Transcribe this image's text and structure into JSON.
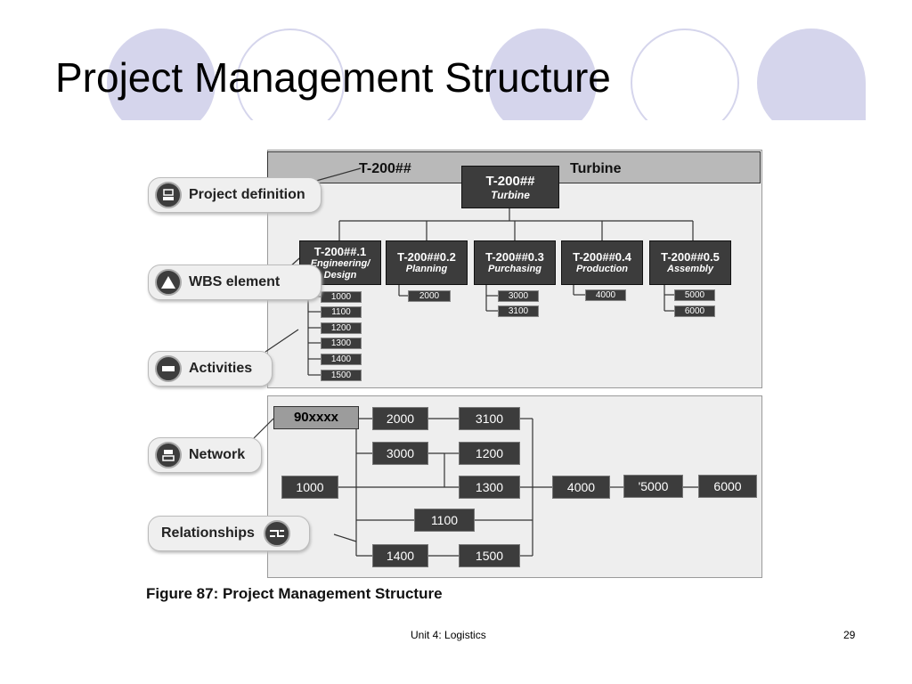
{
  "slide": {
    "title": "Project Management Structure",
    "footer_unit": "Unit 4: Logistics",
    "page_number": "29"
  },
  "figure": {
    "caption": "Figure 87:  Project Management Structure",
    "header": {
      "left_code": "T-200##",
      "right_name": "Turbine"
    },
    "project_definition": {
      "code": "T-200##",
      "name": "Turbine"
    },
    "wbs_elements": [
      {
        "code": "T-200##.1",
        "name": "Engineering/ Design",
        "activities": [
          "1000",
          "1100",
          "1200",
          "1300",
          "1400",
          "1500"
        ]
      },
      {
        "code": "T-200##0.2",
        "name": "Planning",
        "activities": [
          "2000"
        ]
      },
      {
        "code": "T-200##0.3",
        "name": "Purchasing",
        "activities": [
          "3000",
          "3100"
        ]
      },
      {
        "code": "T-200##0.4",
        "name": "Production",
        "activities": [
          "4000"
        ]
      },
      {
        "code": "T-200##0.5",
        "name": "Assembly",
        "activities": [
          "5000",
          "6000"
        ]
      }
    ],
    "network": {
      "id": "90xxxx",
      "nodes": [
        "1000",
        "2000",
        "3100",
        "3000",
        "1200",
        "1300",
        "4000",
        "'5000",
        "6000",
        "1100",
        "1400",
        "1500"
      ]
    },
    "legend_labels": {
      "project_definition": "Project definition",
      "wbs_element": "WBS element",
      "activities": "Activities",
      "network": "Network",
      "relationships": "Relationships"
    }
  },
  "colors": {
    "decor_circle": "#d5d5ec",
    "box_fill": "#3c3c3c",
    "panel_fill": "#eeeeee"
  }
}
